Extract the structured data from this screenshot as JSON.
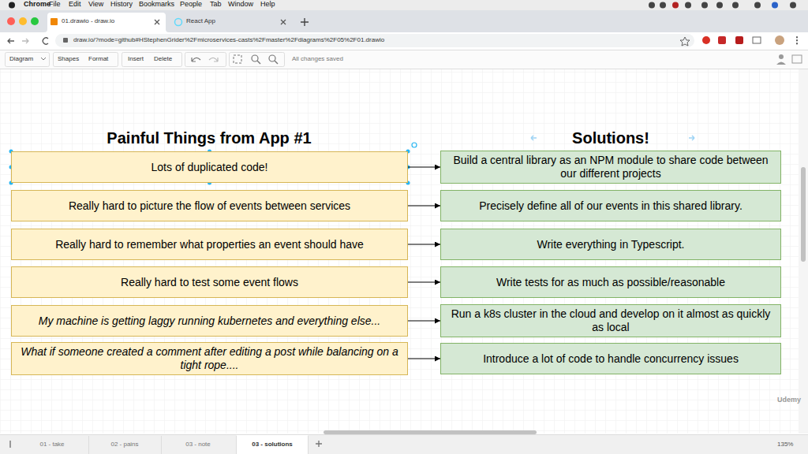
{
  "diagram": {
    "nodes": [
      {
        "text": [
          "Lots of duplicated code!"
        ]
      },
      {
        "text": [
          "Build a central library as an NPM module to share code between our different projects"
        ]
      },
      {
        "text": [
          "Really hard to picture the flow of events between services"
        ]
      },
      {
        "text": [
          "Precisely define all of our events in this shared library."
        ]
      },
      {
        "text": [
          "Really hard to remember what properties an event should have"
        ]
      },
      {
        "text": [
          "Write everything in Typescript."
        ]
      },
      {
        "text": [
          "Really hard to test some event flows"
        ]
      },
      {
        "text": [
          "Write tests for as much as possible/reasonable"
        ]
      },
      {
        "text": [
          "My machine is getting laggy running kubernetes and everything else..."
        ]
      },
      {
        "text": [
          "Run a k8s cluster in the cloud and develop on it almost as quickly as local"
        ]
      },
      {
        "text": [
          "What if someone created a comment after editing a post while balancing on a tight rope...."
        ]
      },
      {
        "text": [
          "Introduce a lot of code to handle concurrency issues"
        ]
      }
    ],
    "edges": [
      {
        "from": 0,
        "to": 1,
        "arrow": "to"
      },
      {
        "from": 2,
        "to": 3,
        "arrow": "to"
      },
      {
        "from": 4,
        "to": 5,
        "arrow": "to"
      },
      {
        "from": 6,
        "to": 7,
        "arrow": "to"
      },
      {
        "from": 8,
        "to": 9,
        "arrow": "to"
      },
      {
        "from": 10,
        "to": 11,
        "arrow": "to"
      }
    ],
    "labels": [
      "Chrome",
      "File",
      "Edit",
      "View",
      "History",
      "Bookmarks",
      "People",
      "Tab",
      "Window",
      "Help",
      "01.drawio - draw.io",
      "React App",
      "draw.io/?mode=github#HStephenGrider%2Fmicroservices-casts%2Fmaster%2Fdiagrams%2F05%2F01.drawio",
      "Diagram",
      "Shapes",
      "Format",
      "Insert",
      "Delete",
      "All changes saved",
      "Painful Things from App #1",
      "Solutions!",
      "01 - take",
      "02 - pains",
      "03 - note",
      "03 - solutions",
      "135%",
      "Udemy"
    ]
  }
}
